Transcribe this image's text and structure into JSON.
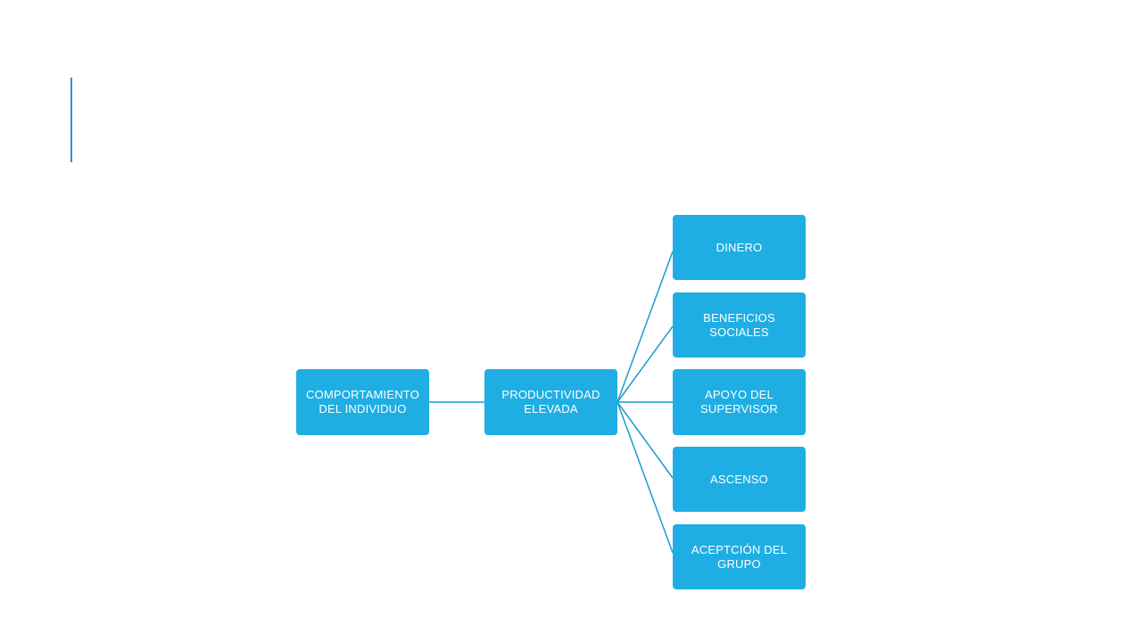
{
  "theme": {
    "node_color": "#1eaee3",
    "line_color": "#1a9ccd",
    "accent_color": "#1a9ccd"
  },
  "diagram": {
    "root": {
      "label": "COMPORTAMIENTO\nDEL INDIVIDUO"
    },
    "mid": {
      "label": "PRODUCTIVIDAD\nELEVADA"
    },
    "leaves": [
      {
        "label": "DINERO"
      },
      {
        "label": "BENEFICIOS\nSOCIALES"
      },
      {
        "label": "APOYO DEL\nSUPERVISOR"
      },
      {
        "label": "ASCENSO"
      },
      {
        "label": "ACEPTCIÓN DEL\nGRUPO"
      }
    ]
  }
}
